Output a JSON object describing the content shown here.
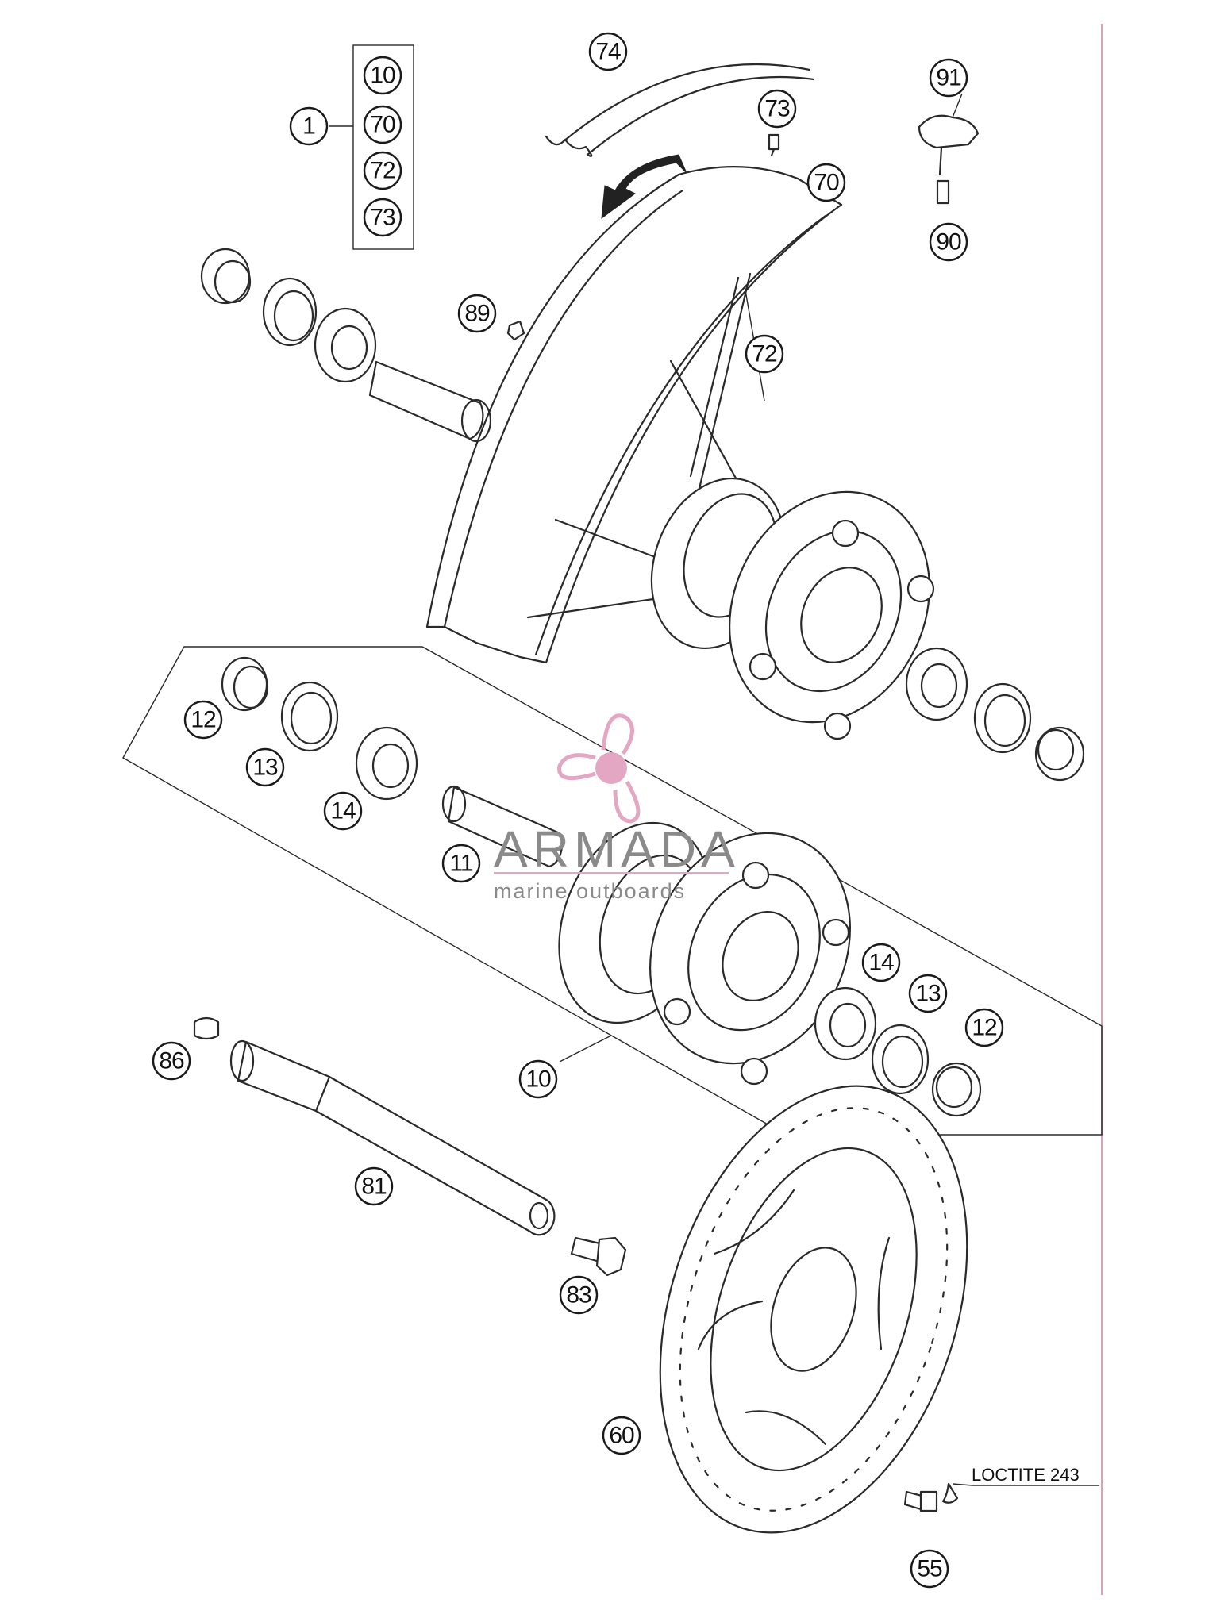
{
  "callouts": {
    "kit_main": "1",
    "kit_10": "10",
    "kit_70": "70",
    "kit_72": "72",
    "kit_73": "73",
    "tape": "74",
    "valve_top": "73",
    "rim": "70",
    "spokes": "72",
    "nipple": "89",
    "tap_cap": "91",
    "tap_pin": "90",
    "ring_left": "12",
    "seal_left": "13",
    "bearing_left": "14",
    "spacer": "11",
    "hub": "10",
    "bearing_right": "14",
    "seal_right": "13",
    "ring_right": "12",
    "cap_nut": "86",
    "axle": "81",
    "axle_bolt": "83",
    "brake_disc": "60",
    "disc_screw": "55"
  },
  "loctite_label": "LOCTITE 243",
  "watermark": {
    "name": "ARMADA",
    "tagline": "marine outboards",
    "logo_color": "#e3a7c4",
    "text_color": "#8a8a8a"
  },
  "colors": {
    "line": "#2a2a2a",
    "margin_rule": "#e0a0b0"
  }
}
